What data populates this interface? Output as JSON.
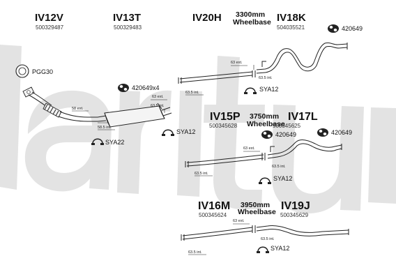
{
  "kits": [
    {
      "code": "IV12V",
      "number": "500329487"
    },
    {
      "code": "IV13T",
      "number": "500329483"
    },
    {
      "code": "IV20H",
      "number": ""
    },
    {
      "code": "IV18K",
      "number": "504035521"
    },
    {
      "code": "IV15P",
      "number": "500345628"
    },
    {
      "code": "IV17L",
      "number": "500345625"
    },
    {
      "code": "IV16M",
      "number": "500345624"
    },
    {
      "code": "IV19J",
      "number": "500345629"
    }
  ],
  "wheelbases": [
    {
      "value": "3300mm",
      "label": "Wheelbase"
    },
    {
      "value": "3750mm",
      "label": "Wheelbase"
    },
    {
      "value": "3950mm",
      "label": "Wheelbase"
    }
  ],
  "parts": {
    "pgg30": "PGG30",
    "mount_top": "420649",
    "mount_x4": "420649x4",
    "mount_mid_a": "420649",
    "mount_mid_b": "420649",
    "sya22": "SYA22",
    "sya12_muffler": "SYA12",
    "sya12_top": "SYA12",
    "sya12_mid": "SYA12",
    "sya12_bottom": "SYA12"
  },
  "dimensions": {
    "ext58": "58 ext.",
    "int58": "58.5 int.",
    "ext63_muffler": "63 ext.",
    "int63_muffler": "63.5 int.",
    "ext63_top": "63 ext.",
    "int63_top_left": "63.5 int.",
    "int63_top_right": "63.5 int.",
    "ext63_mid": "63 ext.",
    "int63_mid_left": "63.5 int.",
    "int63_mid_right": "63.5 int.",
    "ext63_bot": "63 ext.",
    "int63_bot_left": "63.5 int.",
    "int63_bot_right": "63.5 int."
  }
}
